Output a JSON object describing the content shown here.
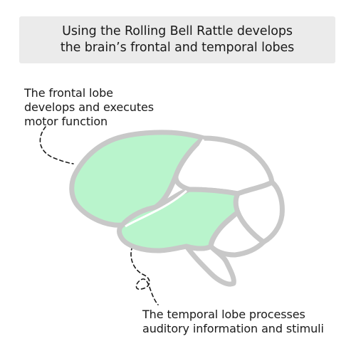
{
  "title": {
    "line1": "Using the Rolling Bell Rattle develops",
    "line2": "the brain’s frontal and temporal lobes"
  },
  "frontal_note": {
    "line1": "The frontal lobe",
    "line2": "develops and executes",
    "line3": "motor function"
  },
  "temporal_note": {
    "line1": "The temporal lobe processes",
    "line2": "auditory information and stimuli"
  },
  "colors": {
    "highlight_fill": "#b9f4cc",
    "outline": "#c8c8c8",
    "title_background": "#ebebeb",
    "text": "#1a1a1a"
  }
}
